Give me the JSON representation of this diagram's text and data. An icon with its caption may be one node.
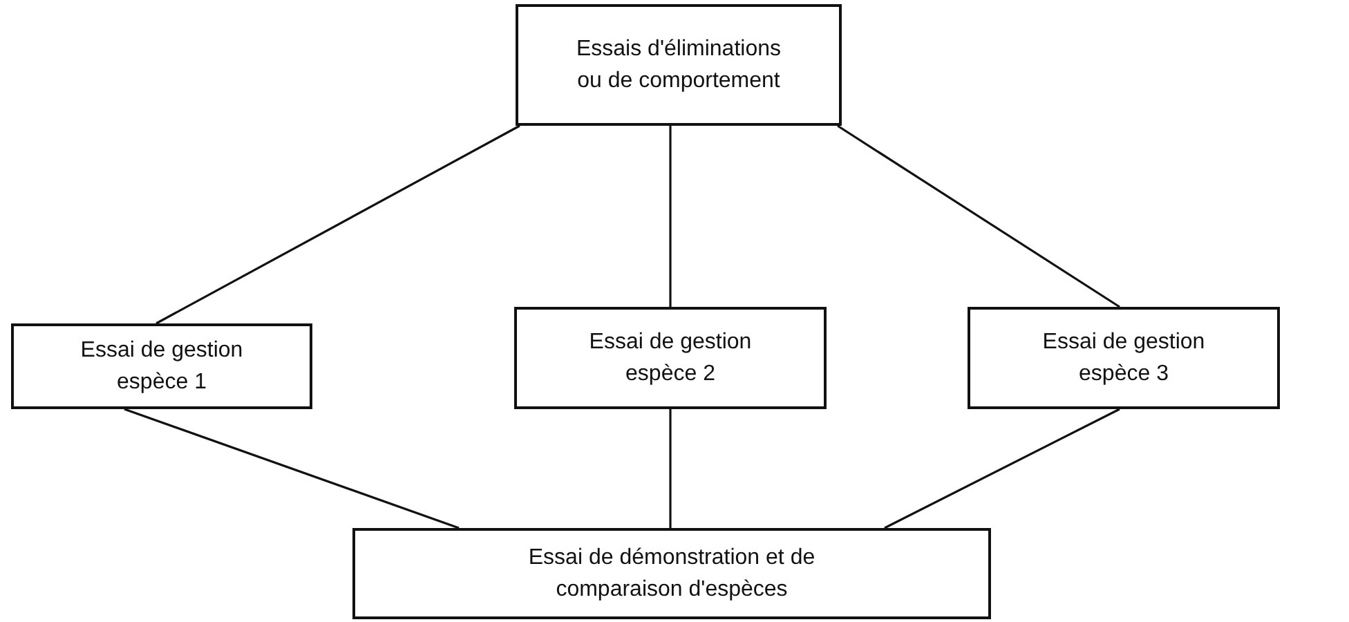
{
  "diagram": {
    "nodes": [
      {
        "text": [
          "Essais d'éliminations ou de comportement"
        ]
      },
      {
        "text": [
          "Essai de gestion espèce 1"
        ]
      },
      {
        "text": [
          "Essai de gestion espèce 2"
        ]
      },
      {
        "text": [
          "Essai de gestion espèce 3"
        ]
      },
      {
        "text": [
          "Essai de démonstration et de comparaison d'espèces"
        ]
      }
    ],
    "edges": [
      {
        "from": 0,
        "to": 1,
        "arrow": "none"
      },
      {
        "from": 0,
        "to": 2,
        "arrow": "none"
      },
      {
        "from": 0,
        "to": 3,
        "arrow": "none"
      },
      {
        "from": 1,
        "to": 4,
        "arrow": "none"
      },
      {
        "from": 2,
        "to": 4,
        "arrow": "none"
      },
      {
        "from": 3,
        "to": 4,
        "arrow": "none"
      }
    ]
  }
}
